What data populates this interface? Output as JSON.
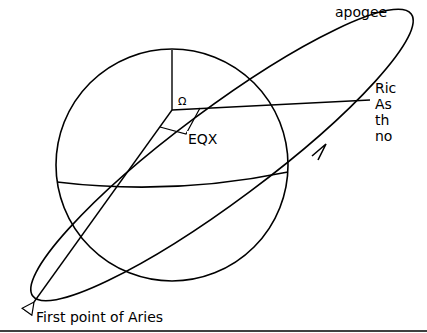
{
  "diagram": {
    "labels": [
      "apogee",
      "Ric",
      "As",
      "th",
      "no",
      "Ω",
      "EQX",
      "First point of Aries"
    ]
  }
}
